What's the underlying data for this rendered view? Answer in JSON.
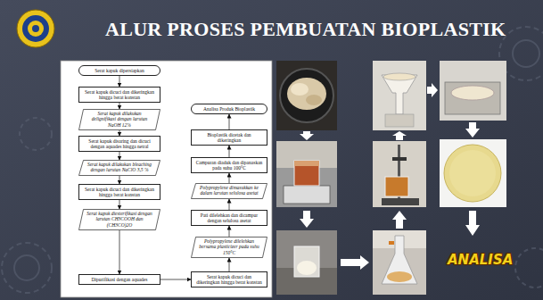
{
  "diagram": {
    "title": "ALUR PROSES PEMBUATAN BIOPLASTIK",
    "nodes": [
      {
        "text": [
          "Serat kapuk dipersiapkan"
        ]
      },
      {
        "text": [
          "Serat kapuk dicuci dan dikeringkan hingga berat konstan"
        ]
      },
      {
        "text": [
          "Serat kapuk dilakukan delignifikasi dengan larutan NaOH 12%"
        ]
      },
      {
        "text": [
          "Serat kapuk disaring dan dicuci dengan aquades hingga netral"
        ]
      },
      {
        "text": [
          "Serat kapuk dilakukan bleaching dengan larutan NaClO 3,5 %"
        ]
      },
      {
        "text": [
          "Serat kapuk dicuci dan dikeringkan hingga berat konstan"
        ]
      },
      {
        "text": [
          "Serat kapuk diesterifikasi dengan larutan CH3COOH dan (CH3CO)2O"
        ]
      },
      {
        "text": [
          "Dipurifikasi dengan aquades"
        ]
      },
      {
        "text": [
          "Serat kapuk dicuci dan dikeringkan hingga berat konstan"
        ]
      },
      {
        "text": [
          "Polypropylene dilelehkan bersama plasticizer pada suhu 150°C"
        ]
      },
      {
        "text": [
          "Pati dilelehkan dan dicampur dengan selulosa asetat"
        ]
      },
      {
        "text": [
          "Polypropylene dimasukkan ke dalam larutan selulosa asetat"
        ]
      },
      {
        "text": [
          "Campuran diaduk dan dipanaskan pada suhu 100°C"
        ]
      },
      {
        "text": [
          "Bioplastik dicetak dan dikeringkan"
        ]
      },
      {
        "text": [
          "Analisa Produk Bioplastik"
        ]
      }
    ],
    "edges": [
      {
        "from": 0,
        "to": 1,
        "arrow": "to"
      },
      {
        "from": 1,
        "to": 2,
        "arrow": "to"
      },
      {
        "from": 2,
        "to": 3,
        "arrow": "to"
      },
      {
        "from": 3,
        "to": 4,
        "arrow": "to"
      },
      {
        "from": 4,
        "to": 5,
        "arrow": "to"
      },
      {
        "from": 5,
        "to": 6,
        "arrow": "to"
      },
      {
        "from": 6,
        "to": 7,
        "arrow": "to"
      },
      {
        "from": 7,
        "to": 8,
        "arrow": "to"
      },
      {
        "from": 8,
        "to": 9,
        "arrow": "to"
      },
      {
        "from": 9,
        "to": 10,
        "arrow": "to"
      },
      {
        "from": 10,
        "to": 11,
        "arrow": "to"
      },
      {
        "from": 11,
        "to": 12,
        "arrow": "to"
      },
      {
        "from": 12,
        "to": 13,
        "arrow": "to"
      },
      {
        "from": 13,
        "to": 14,
        "arrow": "to"
      }
    ],
    "labels": [
      "ANALISA"
    ]
  }
}
